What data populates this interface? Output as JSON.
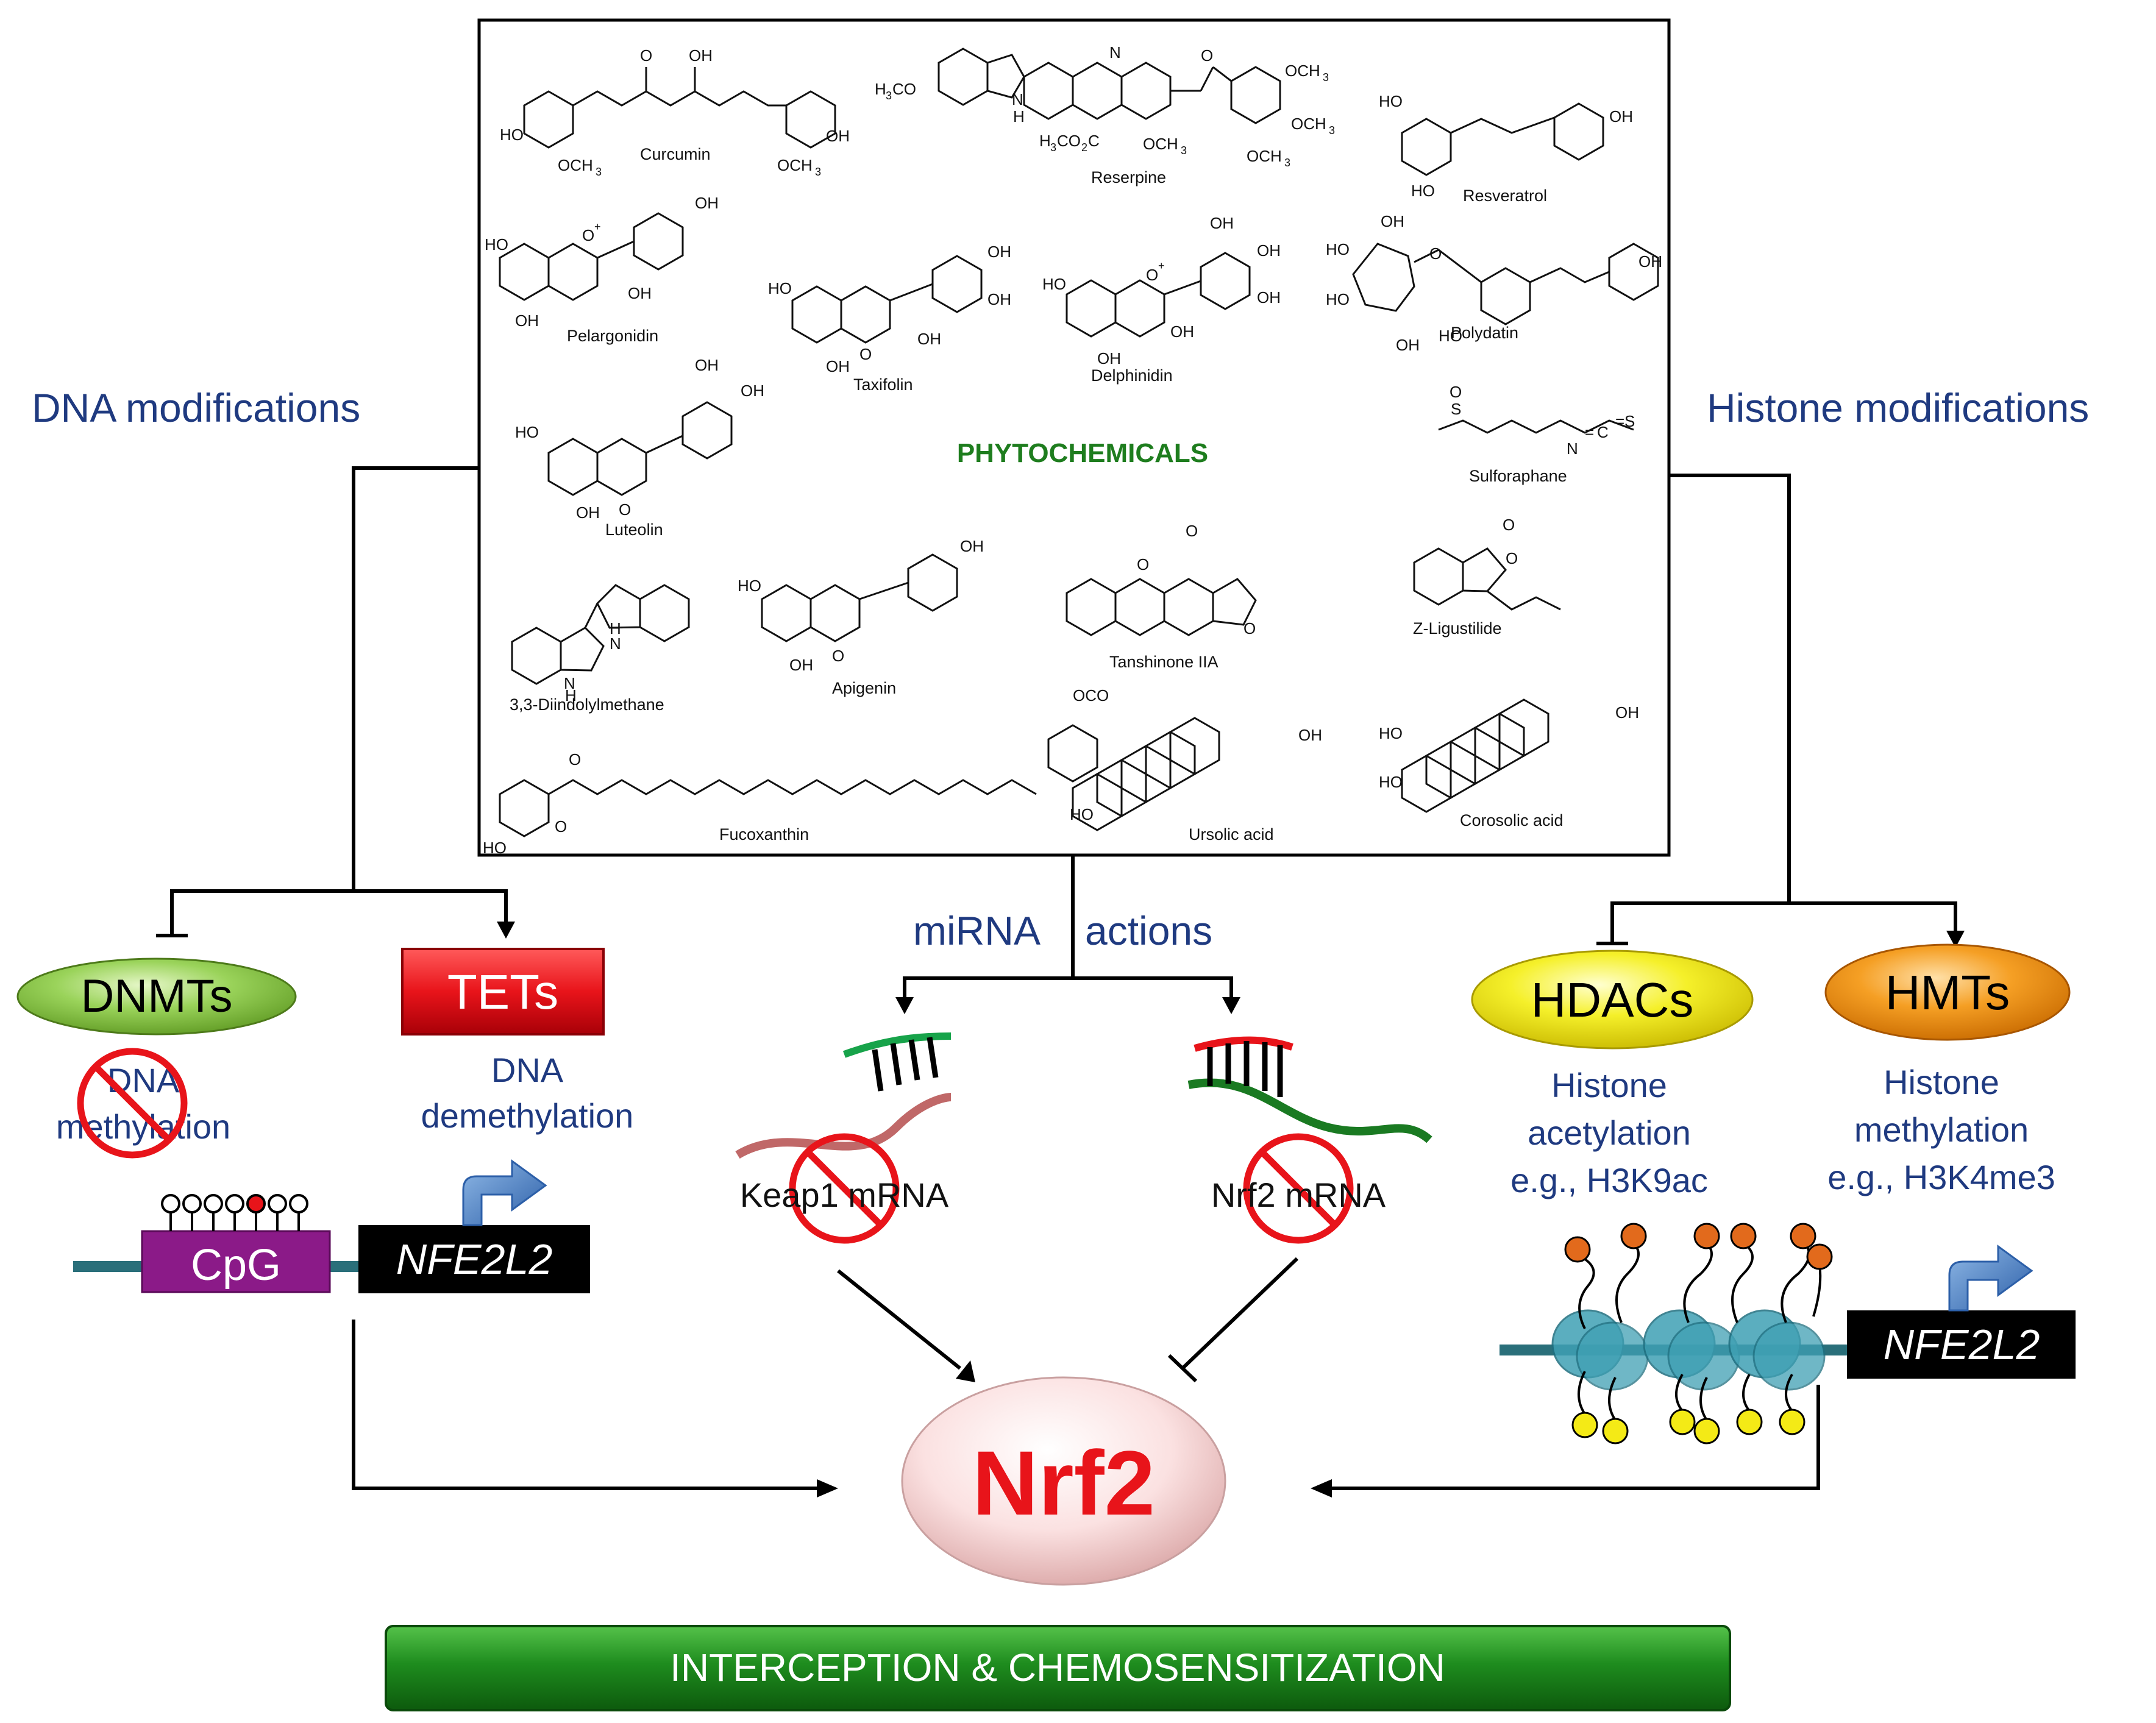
{
  "colors": {
    "blue_text": "#1f3a80",
    "dnmt_green": "#8fd14f",
    "tet_red": "#e8141a",
    "hdac_yellow": "#f3ef2a",
    "hmt_orange": "#f39a1f",
    "cpg_purple": "#8b1a88",
    "phyto_green": "#1e7d1e",
    "banner_green": "#1e8c1e",
    "nrf2_red": "#e8141a",
    "nucleosome": "#3fa0b4",
    "mark_orange": "#e26a1c",
    "mark_yellow": "#f4ea16"
  },
  "sections": {
    "dna_modifications": "DNA modifications",
    "histone_modifications": "Histone modifications",
    "mirna_actions_1": "miRNA",
    "mirna_actions_2": "actions"
  },
  "phytochemicals": {
    "title": "PHYTOCHEMICALS",
    "compounds": [
      "Curcumin",
      "Reserpine",
      "Resveratrol",
      "Pelargonidin",
      "Taxifolin",
      "Delphinidin",
      "Polydatin",
      "Luteolin",
      "Sulforaphane",
      "3,3-Diindolylmethane",
      "Apigenin",
      "Tanshinone IIA",
      "Z-Ligustilide",
      "Fucoxanthin",
      "Ursolic acid",
      "Corosolic acid"
    ],
    "groups": {
      "oh": "OH",
      "ho": "HO",
      "och3": "OCH",
      "o": "O",
      "n": "N",
      "h": "H",
      "s": "S",
      "c": "C",
      "h3co": "H",
      "h3co_b": "3",
      "h3co_c": "CO",
      "h3co2c": "H",
      "h3co2c_b": "3",
      "h3co2c_c": "CO",
      "h3co2c_d": "2",
      "h3co2c_e": "C",
      "oco": "OCO",
      "sub3": "3",
      "plus": "+",
      "eq": "="
    }
  },
  "dna": {
    "dnmts": "DNMTs",
    "tets": "TETs",
    "dna_methylation_1": "DNA",
    "dna_methylation_2": "methylation",
    "dna_demethylation_1": "DNA",
    "dna_demethylation_2": "demethylation",
    "cpg": "CpG",
    "gene": "NFE2L2"
  },
  "mirna": {
    "keap1_mrna": "Keap1 mRNA",
    "nrf2_mrna": "Nrf2 mRNA"
  },
  "histone": {
    "hdacs": "HDACs",
    "hmts": "HMTs",
    "acetylation_1": "Histone",
    "acetylation_2": "acetylation",
    "acetylation_3": "e.g., H3K9ac",
    "methylation_1": "Histone",
    "methylation_2": "methylation",
    "methylation_3": "e.g., H3K4me3",
    "gene": "NFE2L2"
  },
  "center": {
    "nrf2": "Nrf2",
    "banner": "INTERCEPTION & CHEMOSENSITIZATION"
  }
}
